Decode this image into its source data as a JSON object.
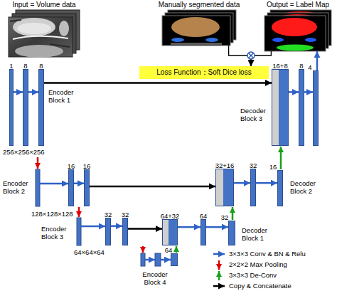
{
  "diagram": {
    "nodes": [
      {
        "text": [
          "Input = Volume data"
        ]
      },
      {
        "text": [
          "Manually segmented data"
        ]
      },
      {
        "text": [
          "Output = Label Map"
        ]
      },
      {
        "text": [
          "Loss Function：Soft Dice loss"
        ]
      },
      {
        "text": [
          "1"
        ]
      },
      {
        "text": [
          "8"
        ]
      },
      {
        "text": [
          "8"
        ]
      },
      {
        "text": [
          "16"
        ]
      },
      {
        "text": [
          "16"
        ]
      },
      {
        "text": [
          "32"
        ]
      },
      {
        "text": [
          "32"
        ]
      },
      {
        "text": [
          "64"
        ]
      },
      {
        "text": [
          "64+32"
        ]
      },
      {
        "text": [
          "64"
        ]
      },
      {
        "text": [
          "32"
        ]
      },
      {
        "text": [
          "32+16"
        ]
      },
      {
        "text": [
          "32"
        ]
      },
      {
        "text": [
          "16"
        ]
      },
      {
        "text": [
          "16+8"
        ]
      },
      {
        "text": [
          "8"
        ]
      },
      {
        "text": [
          "4"
        ]
      }
    ],
    "edges": [
      {
        "from": 4,
        "to": 5,
        "arrow": "to"
      },
      {
        "from": 5,
        "to": 6,
        "arrow": "to"
      },
      {
        "from": 6,
        "to": 18,
        "arrow": "to"
      },
      {
        "from": 7,
        "to": 8,
        "arrow": "to"
      },
      {
        "from": 8,
        "to": 15,
        "arrow": "to"
      },
      {
        "from": 9,
        "to": 10,
        "arrow": "to"
      },
      {
        "from": 10,
        "to": 12,
        "arrow": "to"
      },
      {
        "from": 12,
        "to": 13,
        "arrow": "to"
      },
      {
        "from": 13,
        "to": 14,
        "arrow": "to"
      },
      {
        "from": 15,
        "to": 16,
        "arrow": "to"
      },
      {
        "from": 16,
        "to": 17,
        "arrow": "to"
      },
      {
        "from": 18,
        "to": 19,
        "arrow": "to"
      },
      {
        "from": 19,
        "to": 20,
        "arrow": "to"
      },
      {
        "from": 20,
        "to": 2,
        "arrow": "to"
      },
      {
        "from": 1,
        "to": 3,
        "arrow": "to"
      },
      {
        "from": 2,
        "to": 3,
        "arrow": "to"
      }
    ],
    "labels": [
      "Encoder Block 1",
      "Decoder Block 3",
      "256×256×256",
      "Encoder Block 2",
      "Decoder Block 2",
      "128×128×128",
      "Encoder Block 3",
      "Decoder Block 1",
      "64×64×64",
      "Encoder Block 4"
    ],
    "legend": [
      {
        "text": "3×3×3 Conv & BN & Relu"
      },
      {
        "text": "2×2×2 Max Pooling"
      },
      {
        "text": "3×3×3 De-Conv"
      },
      {
        "text": "Copy & Concatenate"
      }
    ]
  }
}
